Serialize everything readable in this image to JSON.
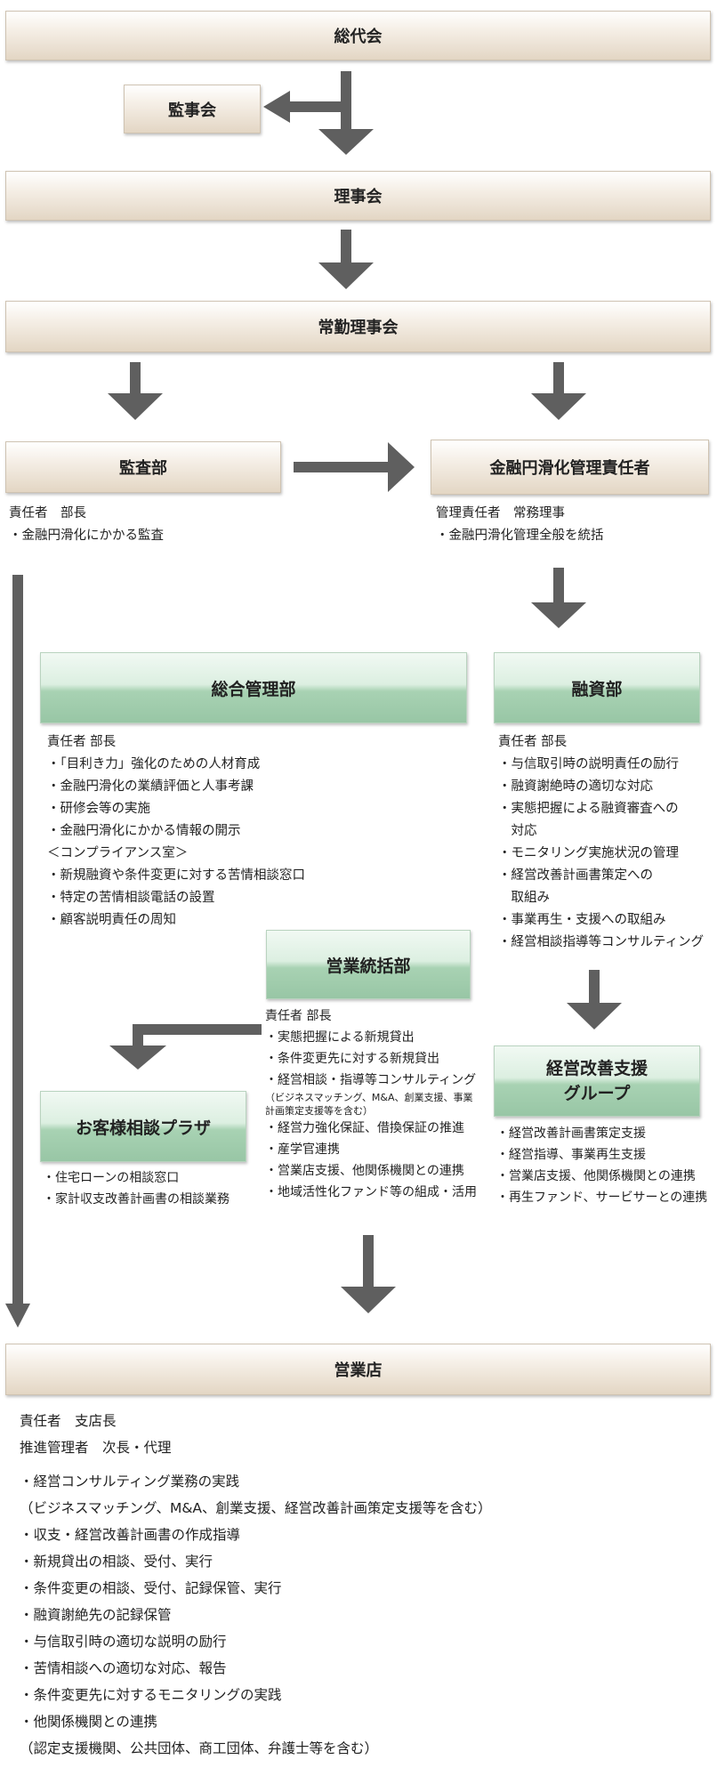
{
  "boxes": {
    "soudaikai": "総代会",
    "kanjikai": "監事会",
    "rijikai": "理事会",
    "joukin_rijikai": "常勤理事会",
    "kansabu": "監査部",
    "kinyu_kanri_sekininsha": "金融円滑化管理責任者",
    "sougou_kanribu": "総合管理部",
    "yuushibu": "融資部",
    "eigyou_toukatsubu": "営業統括部",
    "keiei_kaizen_line1": "経営改善支援",
    "keiei_kaizen_line2": "グループ",
    "okyakusama_plaza": "お客様相談プラザ",
    "eigyouten": "営業店"
  },
  "kansabu_text": [
    "責任者　部長",
    "・金融円滑化にかかる監査"
  ],
  "kanri_sekininsha_text": [
    "管理責任者　常務理事",
    "・金融円滑化管理全般を統括"
  ],
  "sougou_text": [
    "責任者 部長",
    "・「目利き力」強化のための人材育成",
    "・金融円滑化の業績評価と人事考課",
    "・研修会等の実施",
    "・金融円滑化にかかる情報の開示",
    "＜コンプライアンス室＞",
    "・新規融資や条件変更に対する苦情相談窓口",
    "・特定の苦情相談電話の設置",
    "・顧客説明責任の周知"
  ],
  "yuushi_text": [
    "責任者 部長",
    "・与信取引時の説明責任の励行",
    "・融資謝絶時の適切な対応",
    "・実態把握による融資審査への",
    "　対応",
    "・モニタリング実施状況の管理",
    "・経営改善計画書策定への",
    "　取組み",
    "・事業再生・支援への取組み",
    "・経営相談指導等コンサルティング"
  ],
  "toukatsu_text_a": [
    "責任者 部長",
    "・実態把握による新規貸出",
    "・条件変更先に対する新規貸出",
    "・経営相談・指導等コンサルティング"
  ],
  "toukatsu_text_note": [
    "（ビジネスマッチング、M&A、創業支援、事業",
    "計画策定支援等を含む）"
  ],
  "toukatsu_text_b": [
    "・経営力強化保証、借換保証の推進",
    "・産学官連携",
    "・営業店支援、他関係機関との連携",
    "・地域活性化ファンド等の組成・活用"
  ],
  "plaza_text": [
    "・住宅ローンの相談窓口",
    "・家計収支改善計画書の相談業務"
  ],
  "keiei_text": [
    "・経営改善計画書策定支援",
    "・経営指導、事業再生支援",
    "・営業店支援、他関係機関との連携",
    "・再生ファンド、サービサーとの連携"
  ],
  "eigyouten_head": [
    "責任者　支店長",
    "推進管理者　次長・代理"
  ],
  "eigyouten_text": [
    "・経営コンサルティング業務の実践",
    "（ビジネスマッチング、M&A、創業支援、経営改善計画策定支援等を含む）",
    "・収支・経営改善計画書の作成指導",
    "・新規貸出の相談、受付、実行",
    "・条件変更の相談、受付、記録保管、実行",
    "・融資謝絶先の記録保管",
    "・与信取引時の適切な説明の励行",
    "・苦情相談への適切な対応、報告",
    "・条件変更先に対するモニタリングの実践",
    "・他関係機関との連携",
    "（認定支援機関、公共団体、商工団体、弁護士等を含む）"
  ],
  "colors": {
    "arrow": "#5f5f5f",
    "tan": "#e3d6c4",
    "green": "#a8d2b3"
  }
}
